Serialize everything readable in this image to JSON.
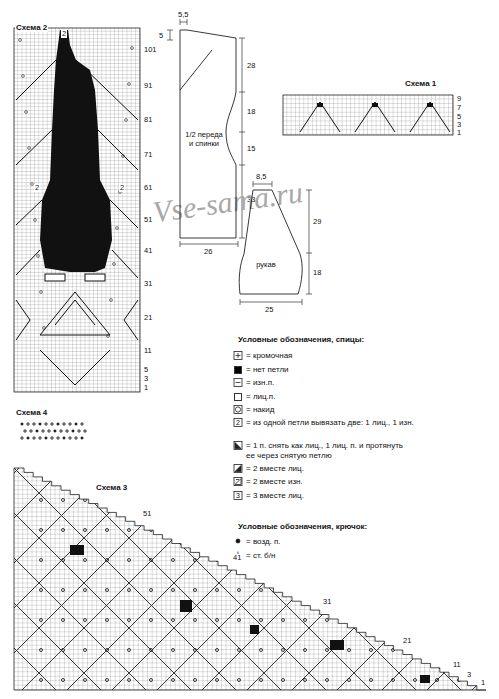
{
  "diagram": {
    "nodes": [
      {
        "text": [
          "1/2 переда и спинки"
        ]
      },
      {
        "text": [
          "рукав"
        ]
      }
    ],
    "labels": [
      "Схема 2",
      "101",
      "91",
      "81",
      "71",
      "61",
      "51",
      "41",
      "31",
      "21",
      "11",
      "5",
      "3",
      "1",
      "2",
      "2",
      "2",
      "5,5",
      "28",
      "5",
      "18",
      "15",
      "33",
      "26",
      "8,5",
      "29",
      "18",
      "25",
      "Vse-sama.ru",
      "Схема 1",
      "9",
      "7",
      "5",
      "3",
      "1",
      "Условные обозначения, спицы:",
      "2",
      "3",
      "Схема 4",
      "Схема 3",
      "51",
      "41",
      "31",
      "21",
      "11",
      "3",
      "1",
      "Условные обозначения, крючок:"
    ],
    "legend": [
      {
        "text": "= кромочная"
      },
      {
        "text": "= нет петли",
        "color": "#000000"
      },
      {
        "text": "= изн.п."
      },
      {
        "text": "= лиц.п.",
        "color": "#ffffff"
      },
      {
        "text": "= накид"
      },
      {
        "text": "= из одной петли вывязать две: 1 лиц., 1 изн."
      },
      {
        "text": "= 1 п. снять как лиц., 1 лиц. п. и протянуть ее через снятую петлю"
      },
      {
        "text": "= 2 вместе лиц."
      },
      {
        "text": "= 2 вместе изн."
      },
      {
        "text": "= 3 вместе лиц."
      },
      {
        "text": "= возд. п."
      },
      {
        "text": "= ст. б/н"
      }
    ]
  }
}
